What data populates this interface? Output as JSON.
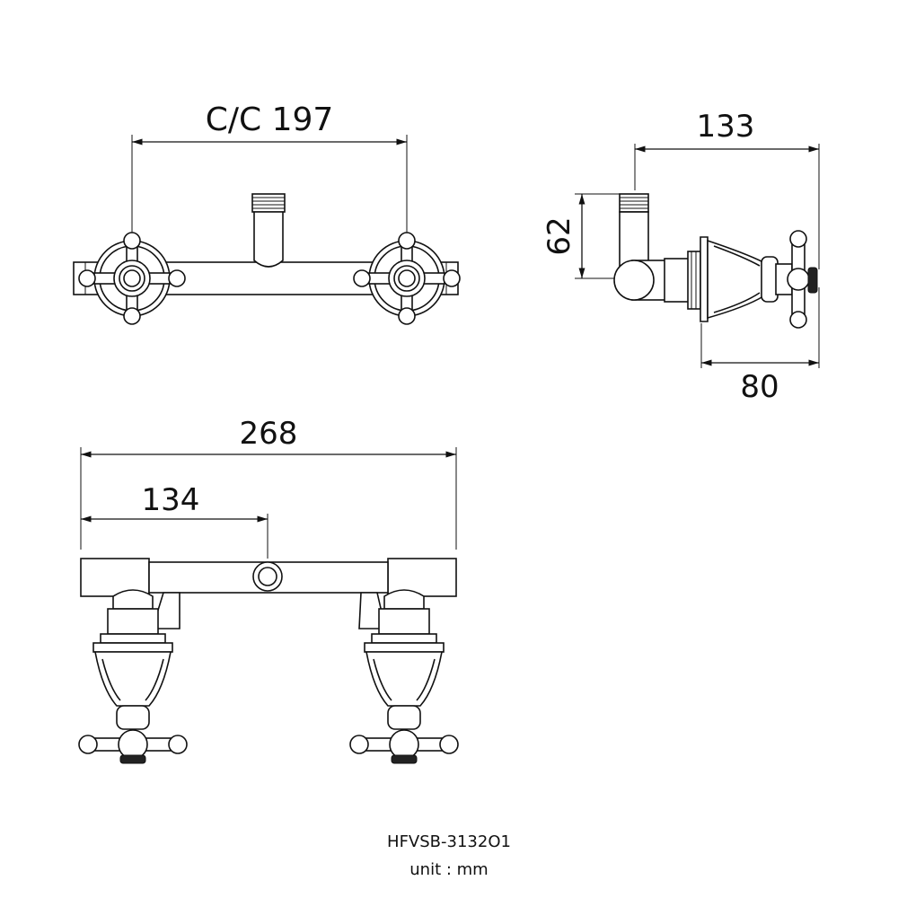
{
  "dimensions": {
    "cc": "C/C 197",
    "side_depth": "133",
    "side_height": "62",
    "side_handle": "80",
    "total_width": "268",
    "half_width": "134"
  },
  "caption": {
    "model": "HFVSB-3132O1",
    "unit": "unit : mm"
  }
}
